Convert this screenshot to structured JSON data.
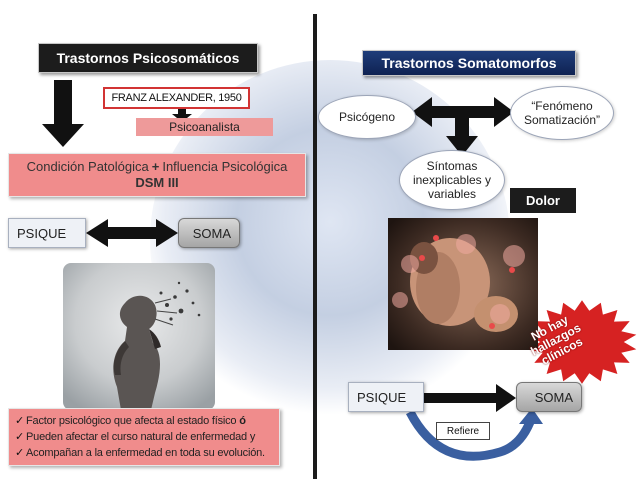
{
  "left": {
    "title": "Trastornos Psicosomáticos",
    "reference": "FRANZ ALEXANDER, 1950",
    "reference_tag": "Psicoanalista",
    "condition_part1": "Condición Patológica",
    "condition_plus": "+",
    "condition_part2": "Influencia Psicológica",
    "condition_sub": "DSM III",
    "psique": "PSIQUE",
    "soma": "SOMA",
    "bullets": [
      {
        "check": "✓",
        "text": "Factor psicológico que afecta  al estado físico ",
        "bold": "ó"
      },
      {
        "check": "✓",
        "text": "Pueden afectar el curso natural de enfermedad y",
        "bold": ""
      },
      {
        "check": "✓",
        "text": "Acompañan a la enfermedad en toda su evolución.",
        "bold": ""
      }
    ]
  },
  "right": {
    "title": "Trastornos Somatomorfos",
    "psicogeno": "Psicógeno",
    "fenomeno_line1": "“Fenómeno",
    "fenomeno_line2": "Somatización”",
    "sintomas_line1": "Síntomas",
    "sintomas_line2": "inexplicables y",
    "sintomas_line3": "variables",
    "dolor": "Dolor",
    "burst_line1": "No hay",
    "burst_line2": "hallazgos",
    "burst_line3": "clínicos",
    "psique": "PSIQUE",
    "soma": "SOMA",
    "refiere": "Refiere"
  },
  "colors": {
    "pink": "#f08c8c",
    "dark_title": "#1c1c1c",
    "blue_title": "#1f3d7a",
    "burst_red": "#d62222",
    "arrow_blue": "#3a5fa0"
  }
}
